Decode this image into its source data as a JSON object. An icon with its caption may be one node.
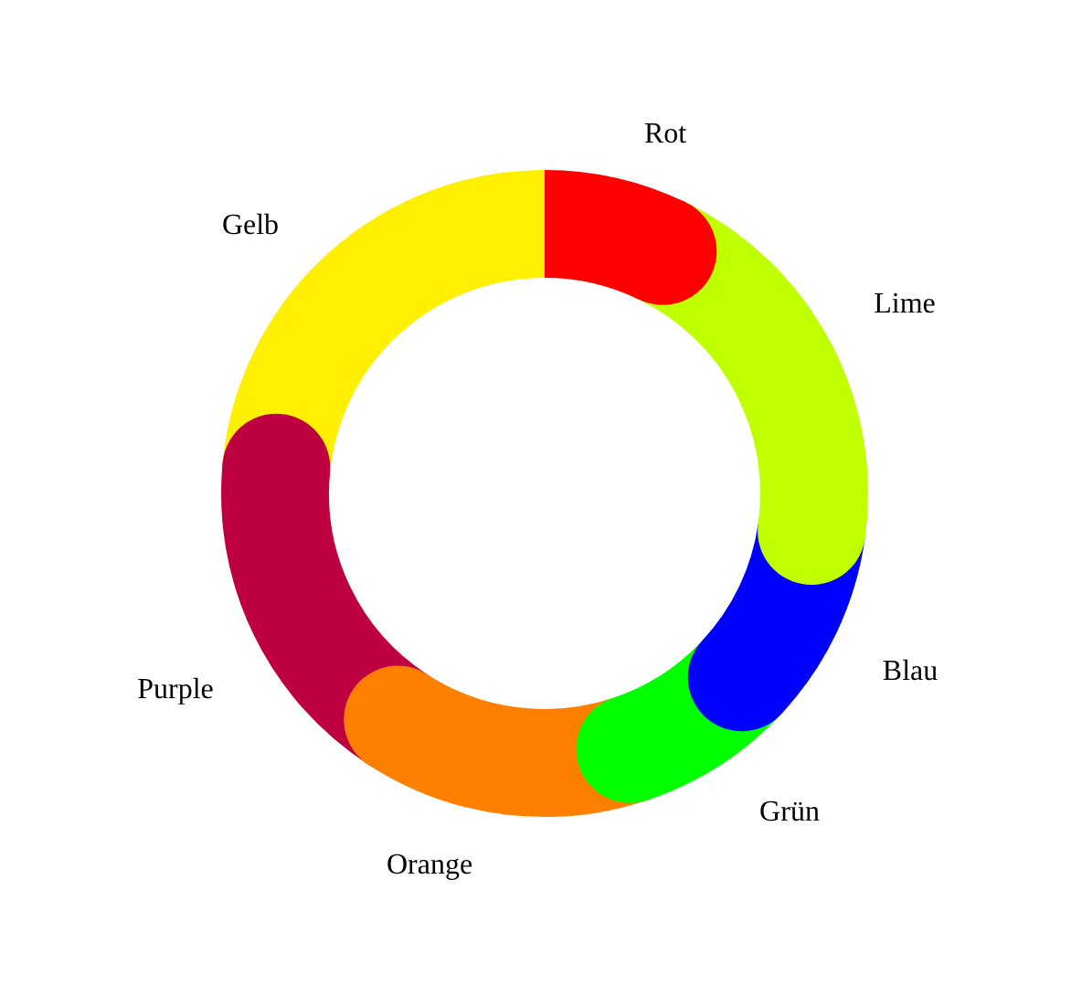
{
  "diagram": {
    "nodes": [
      {
        "text": [
          "Rot"
        ]
      },
      {
        "text": [
          "Gelb"
        ]
      },
      {
        "text": [
          "Lime"
        ]
      },
      {
        "text": [
          "Blau"
        ]
      },
      {
        "text": [
          "Purple"
        ]
      },
      {
        "text": [
          "Grün"
        ]
      },
      {
        "text": [
          "Orange"
        ]
      }
    ],
    "edges": []
  }
}
